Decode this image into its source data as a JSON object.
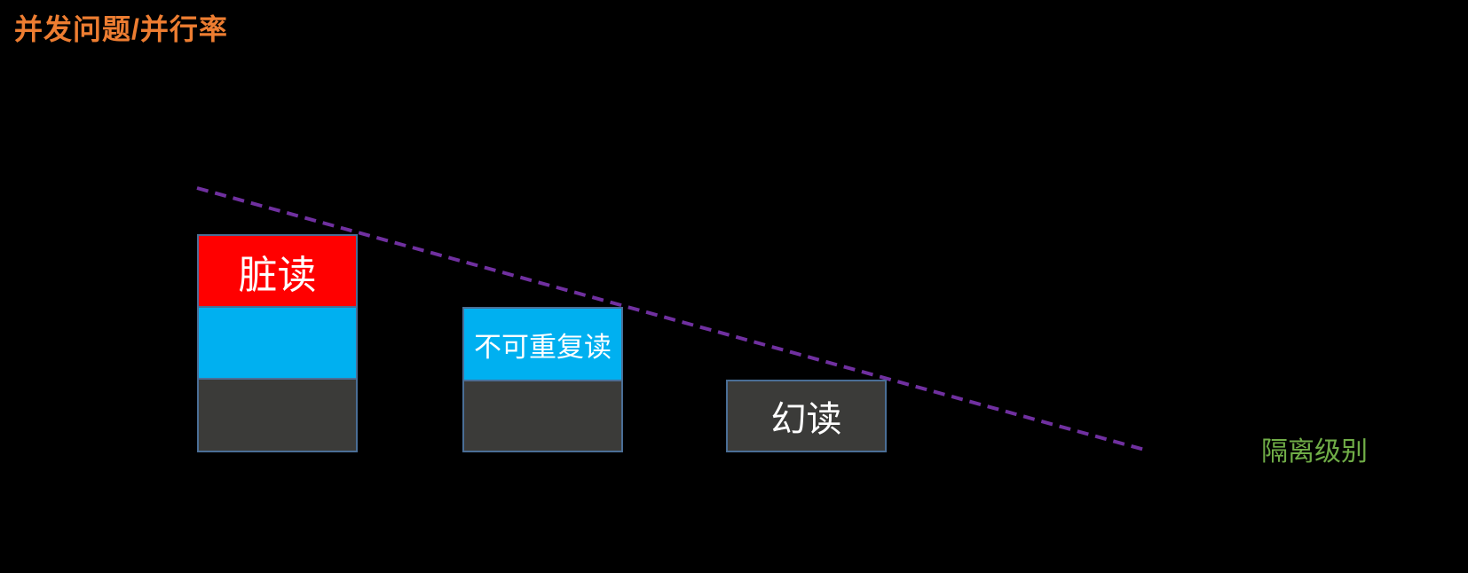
{
  "title": {
    "text": "并发问题/并行率",
    "color": "#ED7D31"
  },
  "axis": {
    "right_label": "隔离级别",
    "color": "#70AD47"
  },
  "colors": {
    "background": "#000000",
    "segment_red": "#FF0000",
    "segment_blue": "#00B0F0",
    "segment_dark": "#3B3B39",
    "segment_border": "#4A6E96",
    "trend_line": "#7030A0",
    "label_text": "#FFFFFF"
  },
  "trend_line": {
    "style": "dashed",
    "direction": "descending-left-to-right"
  },
  "bars": [
    {
      "name": "stack-1",
      "segments": [
        {
          "label": "脏读",
          "color": "#FF0000"
        },
        {
          "label": "",
          "color": "#00B0F0"
        },
        {
          "label": "",
          "color": "#3B3B39"
        }
      ]
    },
    {
      "name": "stack-2",
      "segments": [
        {
          "label": "不可重复读",
          "color": "#00B0F0"
        },
        {
          "label": "",
          "color": "#3B3B39"
        }
      ]
    },
    {
      "name": "stack-3",
      "segments": [
        {
          "label": "幻读",
          "color": "#3B3B39"
        }
      ]
    }
  ]
}
